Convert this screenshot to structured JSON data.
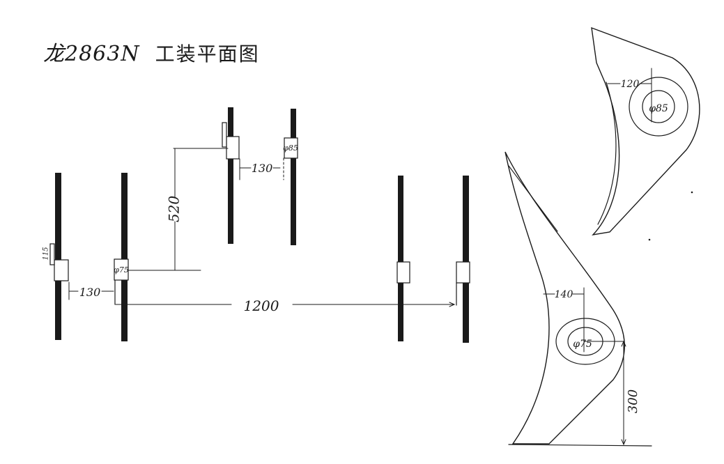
{
  "title": {
    "model": "龙2863N",
    "caption": "工装平面图"
  },
  "dimensions": {
    "d520": "520",
    "d130_top": "130",
    "d130_left": "130",
    "d1200": "1200",
    "d115": "115",
    "d120": "120",
    "d140": "140",
    "d300": "300"
  },
  "diameters": {
    "phi85_post": "φ85",
    "phi75_post": "φ75",
    "phi85_part": "φ85",
    "phi75_part": "φ75"
  },
  "colors": {
    "ink": "#1a1a1a",
    "paper": "#ffffff"
  }
}
